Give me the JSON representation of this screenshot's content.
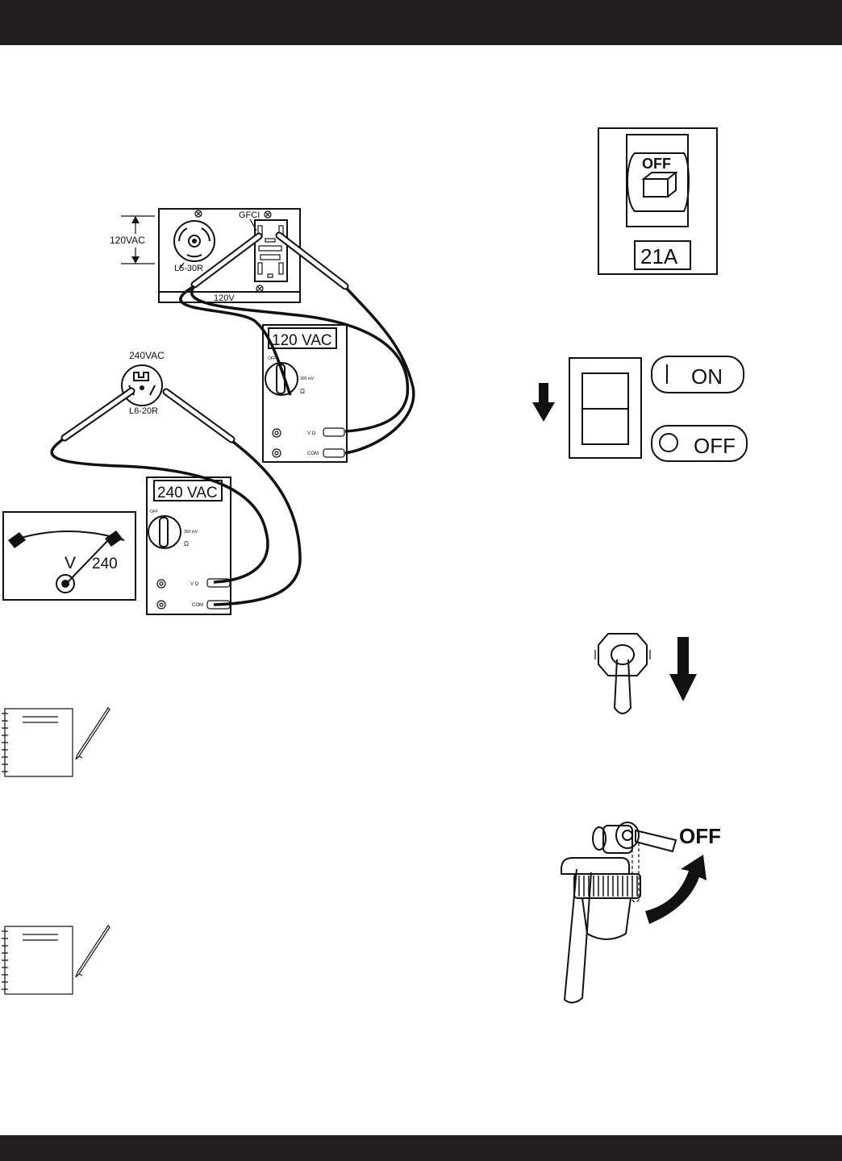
{
  "colors": {
    "band": "#231f20",
    "ink": "#111111",
    "paper": "#ffffff"
  },
  "outlet_panel": {
    "voltage_label": "120VAC",
    "gfci_label": "GFCI",
    "twist_lock_label": "L5-30R",
    "panel_label": "120V"
  },
  "meter_120": {
    "display": "120 VAC",
    "dial_off": "OFF",
    "dial_range": "300 mV",
    "dial_ohm": "Ω",
    "port_v": "V Ω",
    "port_com": "COM"
  },
  "receptacle_240": {
    "voltage_label": "240VAC",
    "model_label": "L6-20R"
  },
  "meter_240": {
    "display": "240 VAC",
    "dial_off": "OFF",
    "dial_range": "300 mV",
    "dial_ohm": "Ω",
    "port_v": "V Ω",
    "port_com": "COM"
  },
  "analog_gauge": {
    "unit": "V",
    "reading": "240"
  },
  "breaker": {
    "state_label": "OFF",
    "rating": "21A"
  },
  "rocker_switch": {
    "on_label": "ON",
    "off_label": "OFF"
  },
  "fuel_valve": {
    "label": "OFF"
  },
  "icons": [
    "notepad-pencil-icon",
    "down-arrow-icon",
    "curved-arrow-icon"
  ]
}
